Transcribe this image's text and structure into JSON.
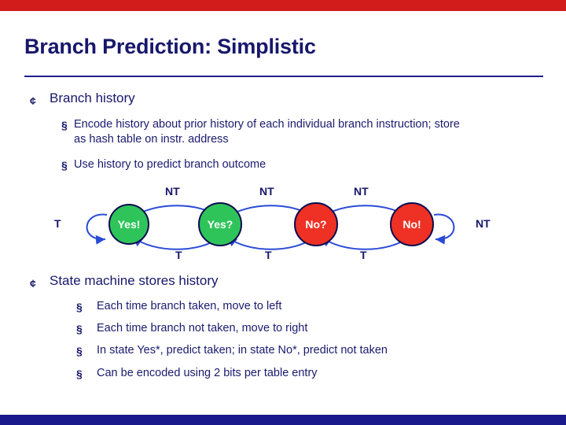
{
  "slide": {
    "title": "Branch Prediction: Simplistic",
    "accent_top": "#d21b1b",
    "accent_bottom": "#1a1a8c",
    "text_color": "#17176b"
  },
  "bullets": [
    {
      "marker": "¢",
      "text": "Branch history",
      "sub": [
        {
          "marker": "§",
          "text": "Encode history about prior history of each individual branch instruction; store as hash table on instr. address"
        },
        {
          "marker": "§",
          "text": "Use history to predict branch outcome"
        }
      ]
    },
    {
      "marker": "¢",
      "text": "State machine stores history",
      "sub": [
        {
          "marker": "§",
          "text": "Each time branch taken, move to left"
        },
        {
          "marker": "§",
          "text": "Each time branch not taken, move to right"
        },
        {
          "marker": "§",
          "text": "In state Yes*, predict taken; in state No*, predict not taken"
        },
        {
          "marker": "§",
          "text": "Can be encoded using 2 bits per table entry"
        }
      ]
    }
  ],
  "diagram": {
    "states": [
      {
        "label": "Yes!",
        "color": "green"
      },
      {
        "label": "Yes?",
        "color": "green"
      },
      {
        "label": "No?",
        "color": "red"
      },
      {
        "label": "No!",
        "color": "red"
      }
    ],
    "top_labels": [
      "NT",
      "NT",
      "NT"
    ],
    "bottom_labels": [
      "T",
      "T",
      "T"
    ],
    "left_label": "T",
    "right_label": "NT",
    "colors": {
      "green": "#2fc45a",
      "red": "#ee3124",
      "outline": "#0b0b4f",
      "arrow": "#2a4bd7"
    }
  }
}
